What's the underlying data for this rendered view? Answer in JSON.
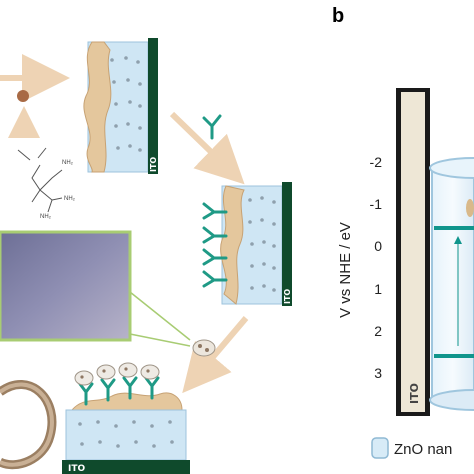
{
  "panel_b": {
    "label": "b",
    "axis_label": "V vs NHE / eV",
    "ticks": [
      "-2",
      "-1",
      "0",
      "1",
      "2",
      "3"
    ],
    "electrode_label": "ITO",
    "legend_text": "ZnO nan"
  },
  "panel_a": {
    "electrode_label": "ITO",
    "amine_labels": [
      "NH₂",
      "NH₂",
      "NH₂"
    ]
  },
  "colors": {
    "ito_green": "#0f4a2c",
    "zno_box": "#cfe6f4",
    "antibody_teal": "#1f9a86",
    "arrow_peach": "#eed3b4",
    "band_teal": "#10958c"
  }
}
